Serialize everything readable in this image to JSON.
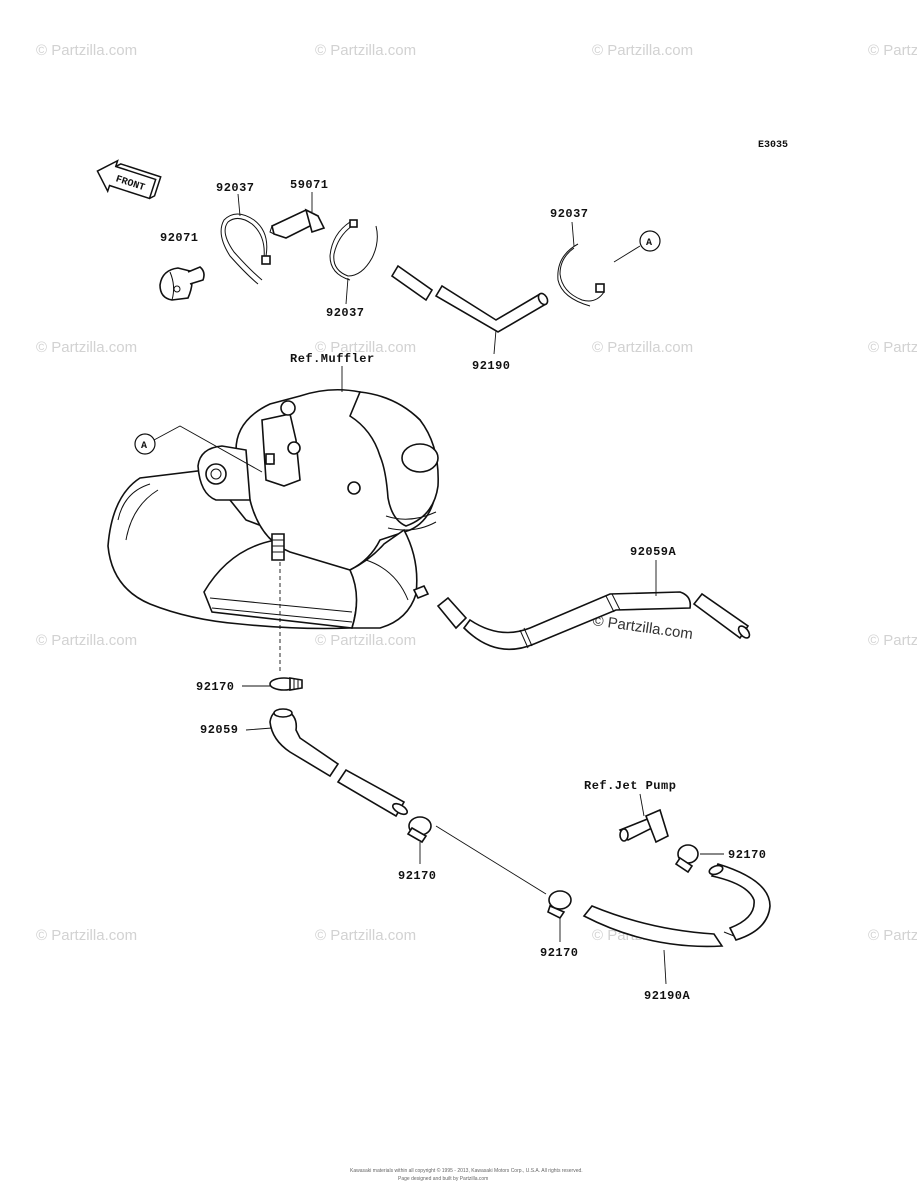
{
  "diagram": {
    "code": "E3035",
    "front_label": "FRONT",
    "ref_a_label": "A",
    "ref_labels": {
      "muffler": "Ref.Muffler",
      "jet_pump": "Ref.Jet Pump"
    },
    "part_labels": {
      "p92037_left": "92037",
      "p59071": "59071",
      "p92071": "92071",
      "p92037_mid": "92037",
      "p92037_right": "92037",
      "p92190": "92190",
      "p92059A": "92059A",
      "p92170_top": "92170",
      "p92059": "92059",
      "p92170_mid": "92170",
      "p92170_right": "92170",
      "p92170_bottom": "92170",
      "p92190A": "92190A"
    },
    "watermark": "© Partzilla.com",
    "copyright_line1": "Kawasaki materials within all copyright © 1995 - 2013, Kawasaki Motors Corp., U.S.A. All rights reserved.",
    "copyright_line2": "Page designed and built by Partzilla.com"
  }
}
